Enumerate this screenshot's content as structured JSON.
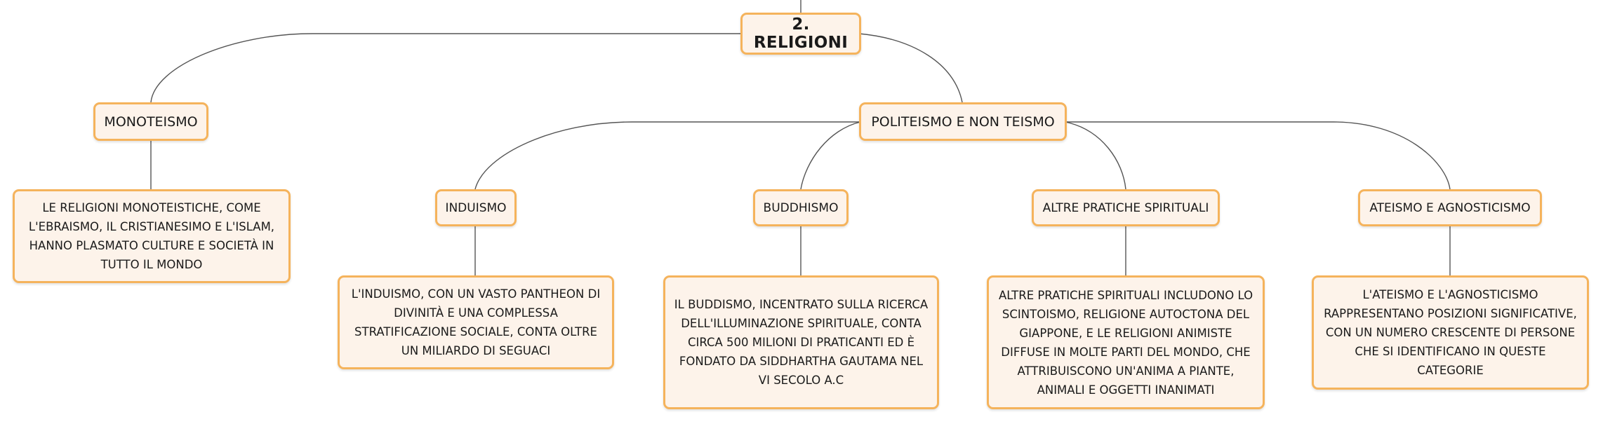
{
  "root": {
    "label": "2. RELIGIONI"
  },
  "branches": {
    "monoteismo": {
      "label": "MONOTEISMO",
      "description": "LE RELIGIONI MONOTEISTICHE, COME L'EBRAISMO, IL CRISTIANESIMO E L'ISLAM, HANNO PLASMATO CULTURE E SOCIETÀ IN TUTTO IL MONDO"
    },
    "politeismo": {
      "label": "POLITEISMO E NON TEISMO",
      "children": [
        {
          "label": "INDUISMO",
          "description": "L'INDUISMO, CON UN VASTO PANTHEON DI DIVINITÀ E UNA COMPLESSA STRATIFICAZIONE SOCIALE, CONTA OLTRE UN MILIARDO DI SEGUACI"
        },
        {
          "label": "BUDDHISMO",
          "description": "IL BUDDISMO, INCENTRATO SULLA RICERCA DELL'ILLUMINAZIONE SPIRITUALE, CONTA CIRCA 500 MILIONI DI PRATICANTI ED È FONDATO DA SIDDHARTHA GAUTAMA NEL VI SECOLO A.C"
        },
        {
          "label": "ALTRE PRATICHE SPIRITUALI",
          "description": "ALTRE PRATICHE SPIRITUALI INCLUDONO LO SCINTOISMO, RELIGIONE AUTOCTONA DEL GIAPPONE, E LE RELIGIONI ANIMISTE DIFFUSE IN MOLTE PARTI DEL MONDO, CHE ATTRIBUISCONO UN'ANIMA A PIANTE, ANIMALI E OGGETTI INANIMATI"
        },
        {
          "label": "ATEISMO E AGNOSTICISMO",
          "description": "L'ATEISMO E L'AGNOSTICISMO RAPPRESENTANO POSIZIONI SIGNIFICATIVE, CON UN NUMERO CRESCENTE DI PERSONE CHE SI IDENTIFICANO IN QUESTE CATEGORIE"
        }
      ]
    }
  },
  "colors": {
    "node_fill": "#fdf3ea",
    "node_border": "#f5b35c",
    "connector": "#555555"
  }
}
